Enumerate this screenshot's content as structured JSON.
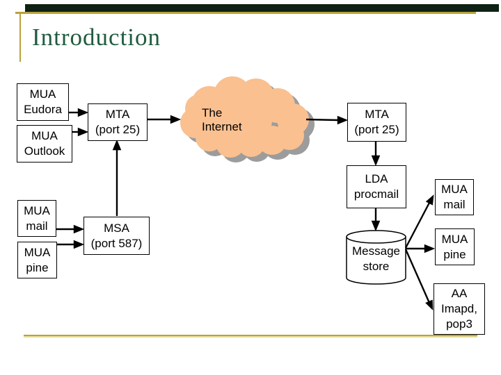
{
  "slide": {
    "title": "Introduction"
  },
  "colors": {
    "title_green": "#1f5c3d",
    "top_bar": "#0e2114",
    "gold_rule": "#b9a23c",
    "gold_rule_light": "#e9dd9a",
    "cloud_fill": "#fac090",
    "cloud_shadow": "#9c9c9c",
    "box_border": "#000000"
  },
  "diagram": {
    "mua_eudora": "MUA\nEudora",
    "mua_outlook": "MUA\nOutlook",
    "mta_left": "MTA\n(port 25)",
    "internet": "The\nInternet",
    "mta_right": "MTA\n(port 25)",
    "lda": "LDA\nprocmail",
    "mua_mail_right": "MUA\nmail",
    "mua_pine_right": "MUA\npine",
    "aa": "AA\nImapd,\npop3",
    "mua_mail_left": "MUA\nmail",
    "mua_pine_left": "MUA\npine",
    "msa": "MSA\n(port 587)",
    "message_store": "Message\nstore"
  }
}
